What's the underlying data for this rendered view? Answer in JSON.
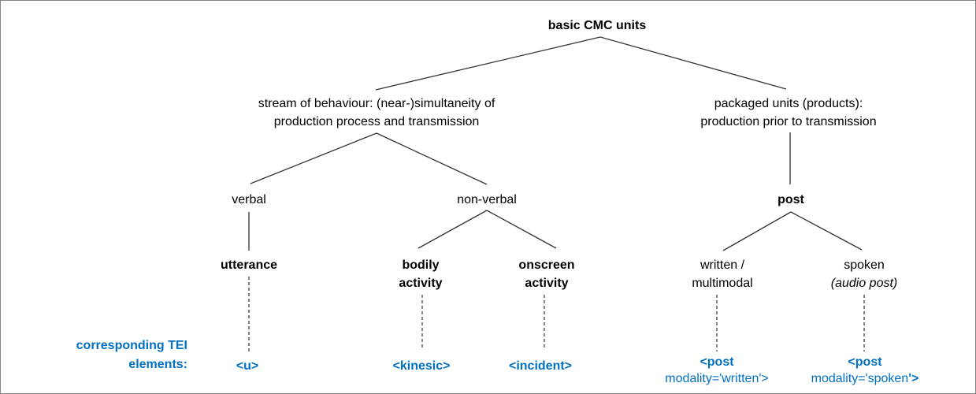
{
  "diagram": {
    "root": "basic CMC units",
    "stream": {
      "line1": "stream of behaviour: (near-)simultaneity of",
      "line2": "production process and transmission"
    },
    "packaged": {
      "line1": "packaged units (products):",
      "line2": "production prior to transmission"
    },
    "verbal": "verbal",
    "nonverbal": "non-verbal",
    "post": "post",
    "utterance": "utterance",
    "bodily": {
      "line1": "bodily",
      "line2": "activity"
    },
    "onscreen": {
      "line1": "onscreen",
      "line2": "activity"
    },
    "written": {
      "line1": "written /",
      "line2": "multimodal"
    },
    "spoken": {
      "line1": "spoken",
      "line2": "(audio post)"
    }
  },
  "tei": {
    "caption": {
      "line1": "corresponding TEI",
      "line2": "elements:"
    },
    "u": "<u>",
    "kinesic": "<kinesic>",
    "incident": "<incident>",
    "post_written": {
      "line1": "<post",
      "line2": "modality='written'>"
    },
    "post_spoken": {
      "line1": "<post",
      "line2": "modality='spoken",
      "line2_bold": "'>"
    }
  },
  "colors": {
    "tei_blue": "#0070C0",
    "line": "#333333",
    "border": "#848484",
    "background": "#ffffff"
  }
}
